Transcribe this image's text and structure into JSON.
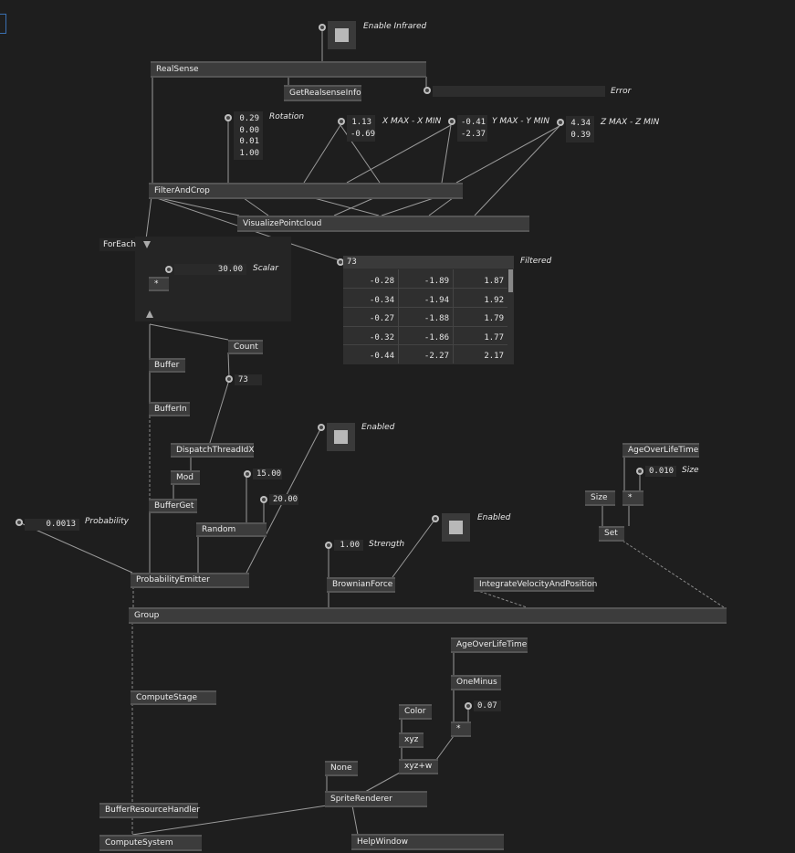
{
  "nodes": {
    "realsense": "RealSense",
    "get_realsense_info": "GetRealsenseInfo",
    "filter_and_crop": "FilterAndCrop",
    "visualize_pointcloud": "VisualizePointcloud",
    "foreach": "ForEach",
    "multiply_scalar": "*",
    "count": "Count",
    "buffer": "Buffer",
    "buffer_in": "BufferIn",
    "dispatch_thread_id": "DispatchThreadIdX",
    "mod": "Mod",
    "buffer_get": "BufferGet",
    "random": "Random",
    "probability_emitter": "ProbabilityEmitter",
    "brownian_force": "BrownianForce",
    "integrate": "IntegrateVelocityAndPosition",
    "age_over_lifetime_1": "AgeOverLifeTime",
    "size": "Size",
    "multiply_size": "*",
    "set": "Set",
    "group": "Group",
    "age_over_lifetime_2": "AgeOverLifeTime",
    "one_minus": "OneMinus",
    "color": "Color",
    "xyz": "xyz",
    "multiply_alpha": "*",
    "xyzw": "xyz+w",
    "none": "None",
    "sprite_renderer": "SpriteRenderer",
    "compute_stage": "ComputeStage",
    "buffer_resource_handler": "BufferResourceHandler",
    "compute_system": "ComputeSystem",
    "help_window": "HelpWindow"
  },
  "labels": {
    "enable_infrared": "Enable Infrared",
    "error": "Error",
    "rotation": "Rotation",
    "x_range": "X MAX - X MIN",
    "y_range": "Y MAX - Y MIN",
    "z_range": "Z MAX - Z MIN",
    "scalar": "Scalar",
    "filtered": "Filtered",
    "enabled_1": "Enabled",
    "probability": "Probability",
    "strength": "Strength",
    "enabled_2": "Enabled",
    "size": "Size"
  },
  "values": {
    "rotation": [
      "0.29",
      "0.00",
      "0.01",
      "1.00"
    ],
    "x_range": [
      "1.13",
      "-0.69"
    ],
    "y_range": [
      "-0.41",
      "-2.37"
    ],
    "z_range": [
      "4.34",
      "0.39"
    ],
    "scalar": "30.00",
    "count_out": "73",
    "filtered_count": "73",
    "random_a": "15.00",
    "random_b": "20.00",
    "probability": "0.0013",
    "strength": "1.00",
    "size": "0.010",
    "alpha_factor": "0.07"
  },
  "filtered_table": [
    [
      "-0.28",
      "-1.89",
      "1.87"
    ],
    [
      "-0.34",
      "-1.94",
      "1.92"
    ],
    [
      "-0.27",
      "-1.88",
      "1.79"
    ],
    [
      "-0.32",
      "-1.86",
      "1.77"
    ],
    [
      "-0.44",
      "-2.27",
      "2.17"
    ]
  ],
  "colors": {
    "background": "#1e1e1e",
    "node": "#3c3c3c",
    "link": "#9a9a9a"
  }
}
